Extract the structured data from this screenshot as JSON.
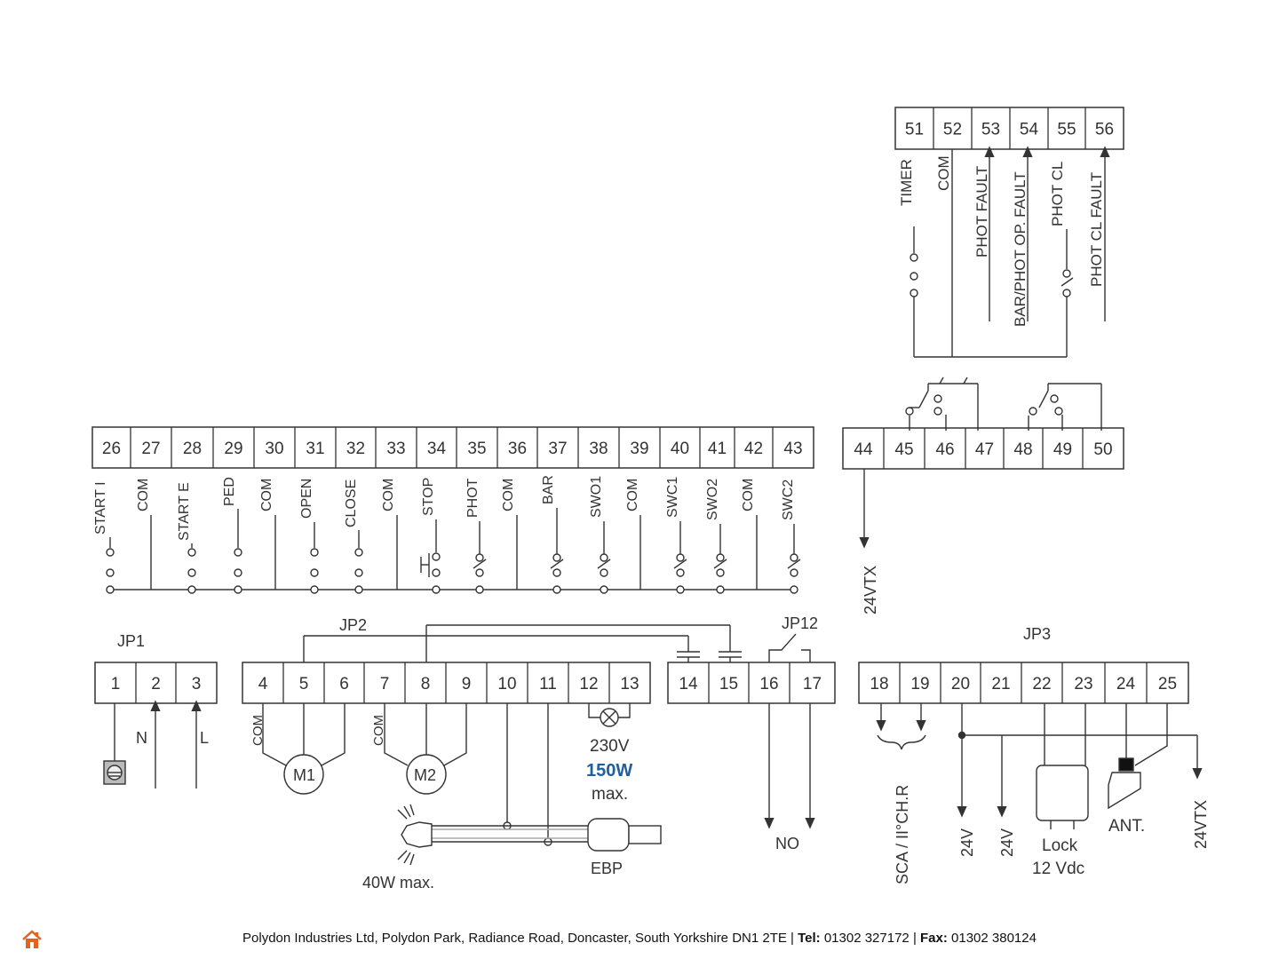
{
  "colors": {
    "line": "#333333",
    "accent": "#1f5fa0",
    "home_icon": "#e0631f"
  },
  "terminals": {
    "top_block": [
      "51",
      "52",
      "53",
      "54",
      "55",
      "56"
    ],
    "mid_left": [
      "26",
      "27",
      "28",
      "29",
      "30",
      "31",
      "32",
      "33",
      "34",
      "35",
      "36",
      "37",
      "38",
      "39",
      "40",
      "41",
      "42",
      "43"
    ],
    "mid_right": [
      "44",
      "45",
      "46",
      "47",
      "48",
      "49",
      "50"
    ],
    "jp1": [
      "1",
      "2",
      "3"
    ],
    "jp2": [
      "4",
      "5",
      "6",
      "7",
      "8",
      "9",
      "10",
      "11",
      "12",
      "13"
    ],
    "jp12": [
      "14",
      "15",
      "16",
      "17"
    ],
    "jp3": [
      "18",
      "19",
      "20",
      "21",
      "22",
      "23",
      "24",
      "25"
    ]
  },
  "labels": {
    "top": [
      "TIMER",
      "COM",
      "PHOT FAULT",
      "BAR/PHOT OP. FAULT",
      "PHOT CL",
      "PHOT CL FAULT"
    ],
    "mid": [
      "START I",
      "COM",
      "START E",
      "PED",
      "COM",
      "OPEN",
      "CLOSE",
      "COM",
      "STOP",
      "PHOT",
      "COM",
      "BAR",
      "SWO1",
      "COM",
      "SWC1",
      "SWO2",
      "COM",
      "SWC2"
    ],
    "out_24vtx_left": "24VTX",
    "jp1": "JP1",
    "jp2": "JP2",
    "jp12": "JP12",
    "jp3": "JP3",
    "n": "N",
    "l": "L",
    "com_a": "COM",
    "com_b": "COM",
    "m1": "M1",
    "m2": "M2",
    "lamp_voltage": "230V",
    "lamp_power": "150W",
    "lamp_max": "max.",
    "flash": "40W max.",
    "ebp": "EBP",
    "no": "NO",
    "sca": "SCA / II°CH.R",
    "v24_a": "24V",
    "v24_b": "24V",
    "lock": "Lock",
    "lock_v": "12 Vdc",
    "ant": "ANT.",
    "out_24vtx_right": "24VTX"
  },
  "footer": {
    "address": "Polydon Industries Ltd, Polydon Park, Radiance Road, Doncaster, South Yorkshire DN1 2TE | ",
    "tel_label": "Tel:",
    "tel": " 01302 327172 | ",
    "fax_label": "Fax:",
    "fax": " 01302 380124"
  },
  "icons": {
    "home": "home-icon"
  }
}
